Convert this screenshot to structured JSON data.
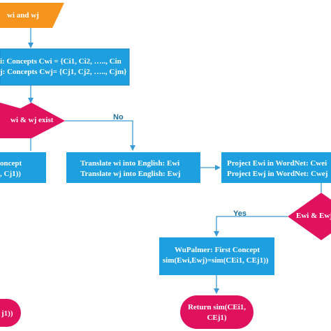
{
  "colors": {
    "process": "#1e9fe0",
    "decision": "#e0115f",
    "terminal": "#e0115f",
    "io": "#f7941d",
    "connector": "#3b9ad6",
    "label": "#1f6f9a"
  },
  "nodes": {
    "input": {
      "text": "wi and wj"
    },
    "concepts": {
      "line1": "i: Concepts Cwi = {Ci1, Ci2, ….., Cin",
      "line2": "j: Concepts Cwj= {Cj1, Cj2, ….., Cjm}"
    },
    "exist_decision": {
      "text": "wi & wj exist"
    },
    "left_partial": {
      "line1": "oncept",
      "line2": ", Cj1))"
    },
    "translate": {
      "line1": "Translate wi into English: Ewi",
      "line2": "Translate wj into English: Ewj"
    },
    "project": {
      "line1": "Project Ewi in WordNet:  Cwei",
      "line2": "Project Ewj in WordNet:  Cwej"
    },
    "ew_decision": {
      "text": "Ewi & Ewj"
    },
    "wupalmer": {
      "line1": "WuPalmer: First Concept",
      "line2": "sim(Ewi,Ewj)=sim(CEi1, CEj1))"
    },
    "return_right": {
      "line1": "Return sim(CEi1,",
      "line2": "CEj1)"
    },
    "return_left": {
      "text": "j1))"
    }
  },
  "edge_labels": {
    "no": "No",
    "yes": "Yes"
  }
}
